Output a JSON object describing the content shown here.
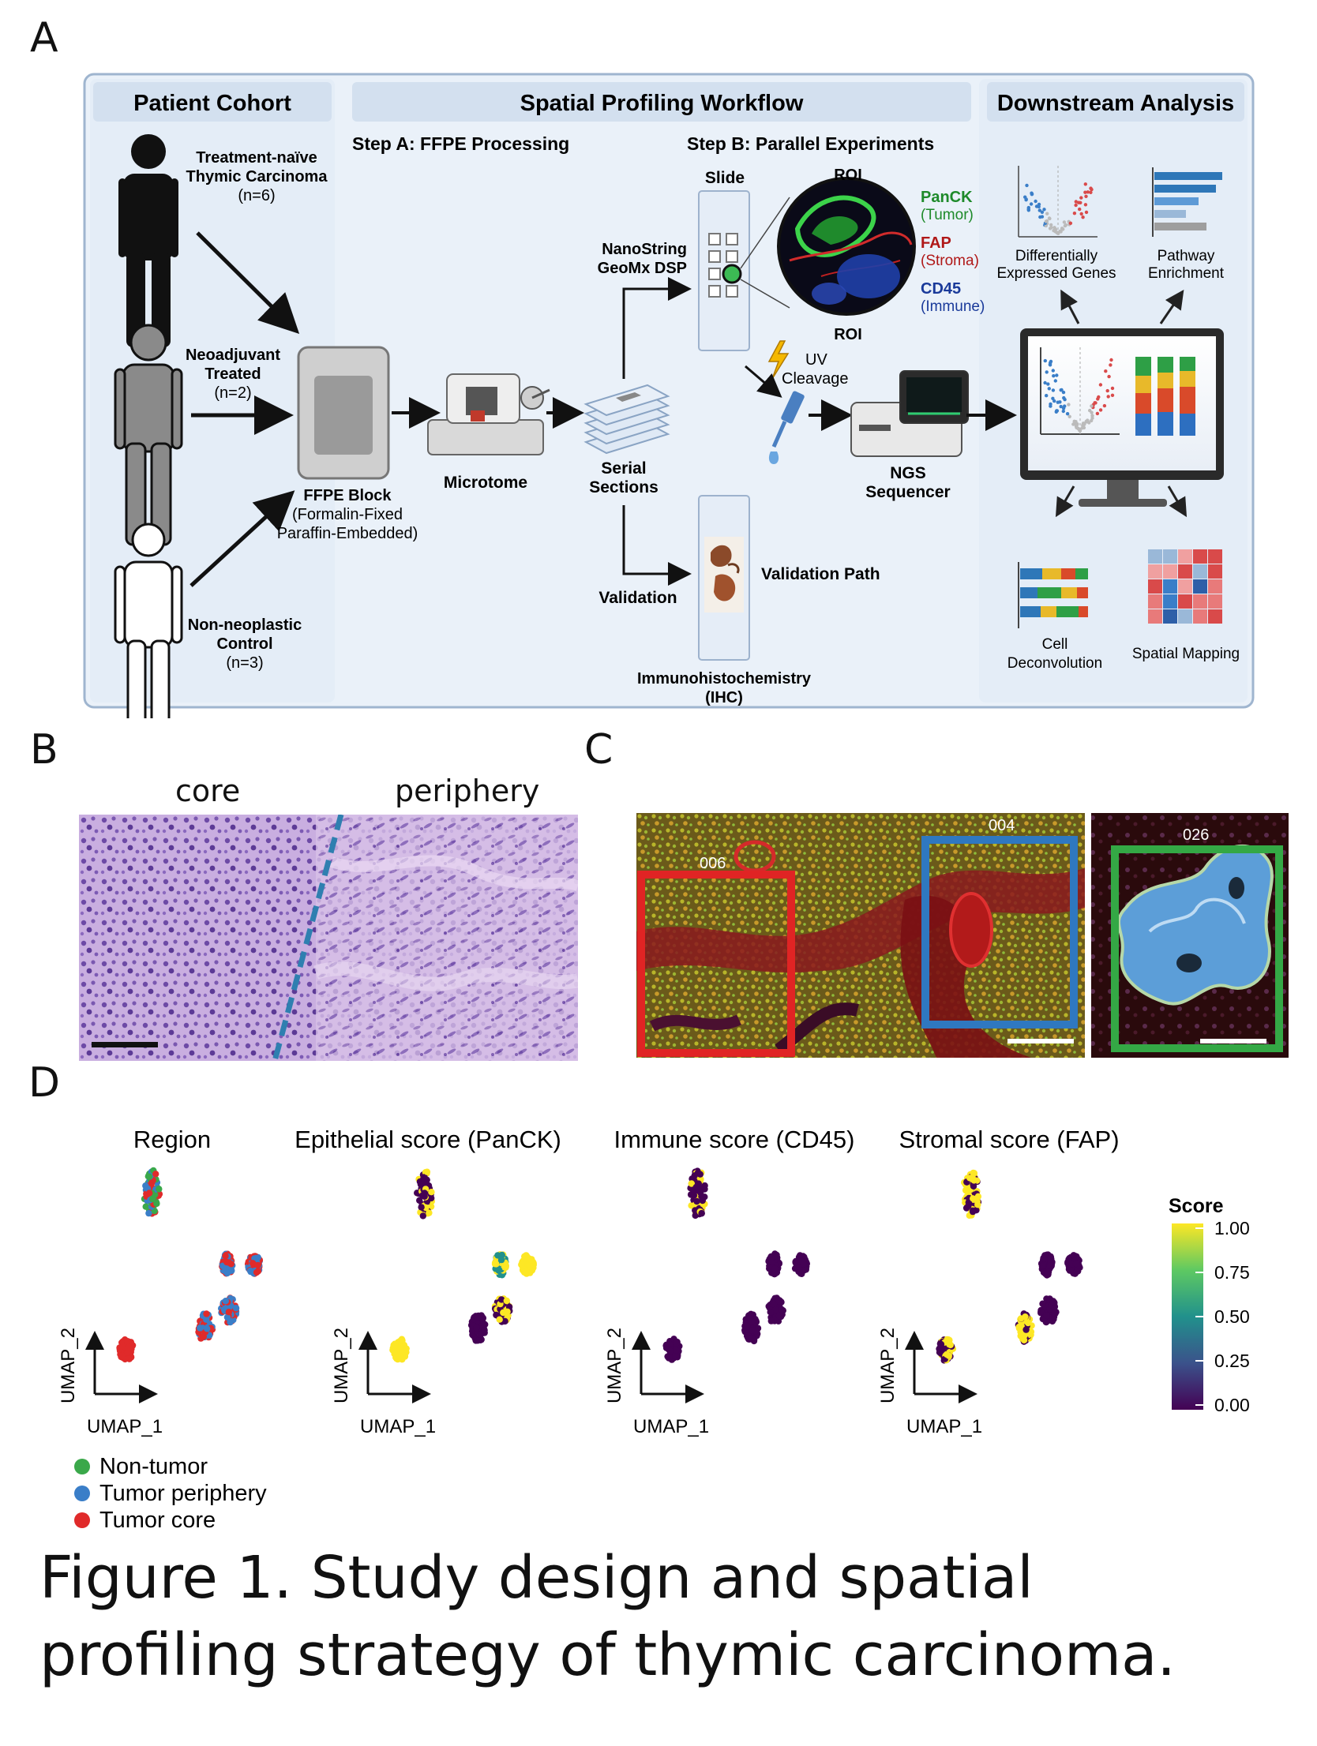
{
  "panel_labels": {
    "a": "A",
    "b": "B",
    "c": "C",
    "d": "D"
  },
  "panel_a": {
    "headers": {
      "cohort": "Patient Cohort",
      "workflow": "Spatial Profiling Workflow",
      "downstream": "Downstream Analysis"
    },
    "step_a": "Step A: FFPE Processing",
    "step_b": "Step B: Parallel Experiments",
    "cohort": [
      {
        "lines": [
          "Treatment-naïve",
          "Thymic Carcinoma"
        ],
        "n": "(n=6)",
        "color": "#111111"
      },
      {
        "lines": [
          "Neoadjuvant",
          "Treated"
        ],
        "n": "(n=2)",
        "color": "#8a8a8a"
      },
      {
        "lines": [
          "Non-neoplastic",
          "Control"
        ],
        "n": "(n=3)",
        "color": "#ffffff"
      }
    ],
    "ffpe": {
      "title": "FFPE Block",
      "sub1": "(Formalin-Fixed",
      "sub2": "Paraffin-Embedded)"
    },
    "microtome": "Microtome",
    "serial": {
      "l1": "Serial",
      "l2": "Sections"
    },
    "nanostring": {
      "l1": "NanoString",
      "l2": "GeoMx DSP"
    },
    "slide": "Slide",
    "roi": "ROI",
    "markers": [
      {
        "name": "PanCK",
        "desc": "(Tumor)",
        "color": "#1e8a2a"
      },
      {
        "name": "FAP",
        "desc": "(Stroma)",
        "color": "#b01818"
      },
      {
        "name": "CD45",
        "desc": "(Immune)",
        "color": "#1a3a9a"
      }
    ],
    "uv": {
      "l1": "UV",
      "l2": "Cleavage"
    },
    "ngs": {
      "l1": "NGS",
      "l2": "Sequencer"
    },
    "validation": "Validation",
    "validation_path": "Validation Path",
    "ihc": {
      "l1": "Immunohistochemistry",
      "l2": "(IHC)"
    },
    "deg": {
      "l1": "Differentially",
      "l2": "Expressed Genes"
    },
    "pathway": {
      "l1": "Pathway",
      "l2": "Enrichment"
    },
    "cell": {
      "l1": "Cell",
      "l2": "Deconvolution"
    },
    "spatial": "Spatial Mapping"
  },
  "panel_b": {
    "core": "core",
    "periphery": "periphery"
  },
  "panel_c": {
    "roi_labels": [
      "006",
      "004",
      "026"
    ]
  },
  "panel_d": {
    "titles": [
      "Region",
      "Epithelial score (PanCK)",
      "Immune score (CD45)",
      "Stromal score (FAP)"
    ],
    "xlabel": "UMAP_1",
    "ylabel": "UMAP_2",
    "legend": [
      {
        "label": "Non-tumor",
        "color": "#3aa84a"
      },
      {
        "label": "Tumor periphery",
        "color": "#3a7ec8"
      },
      {
        "label": "Tumor core",
        "color": "#e02a2a"
      }
    ],
    "colorbar": {
      "title": "Score",
      "ticks": [
        "1.00",
        "0.75",
        "0.50",
        "0.25",
        "0.00"
      ]
    }
  },
  "caption": "Figure 1. Study design and spatial profiling strategy of thymic carcinoma."
}
